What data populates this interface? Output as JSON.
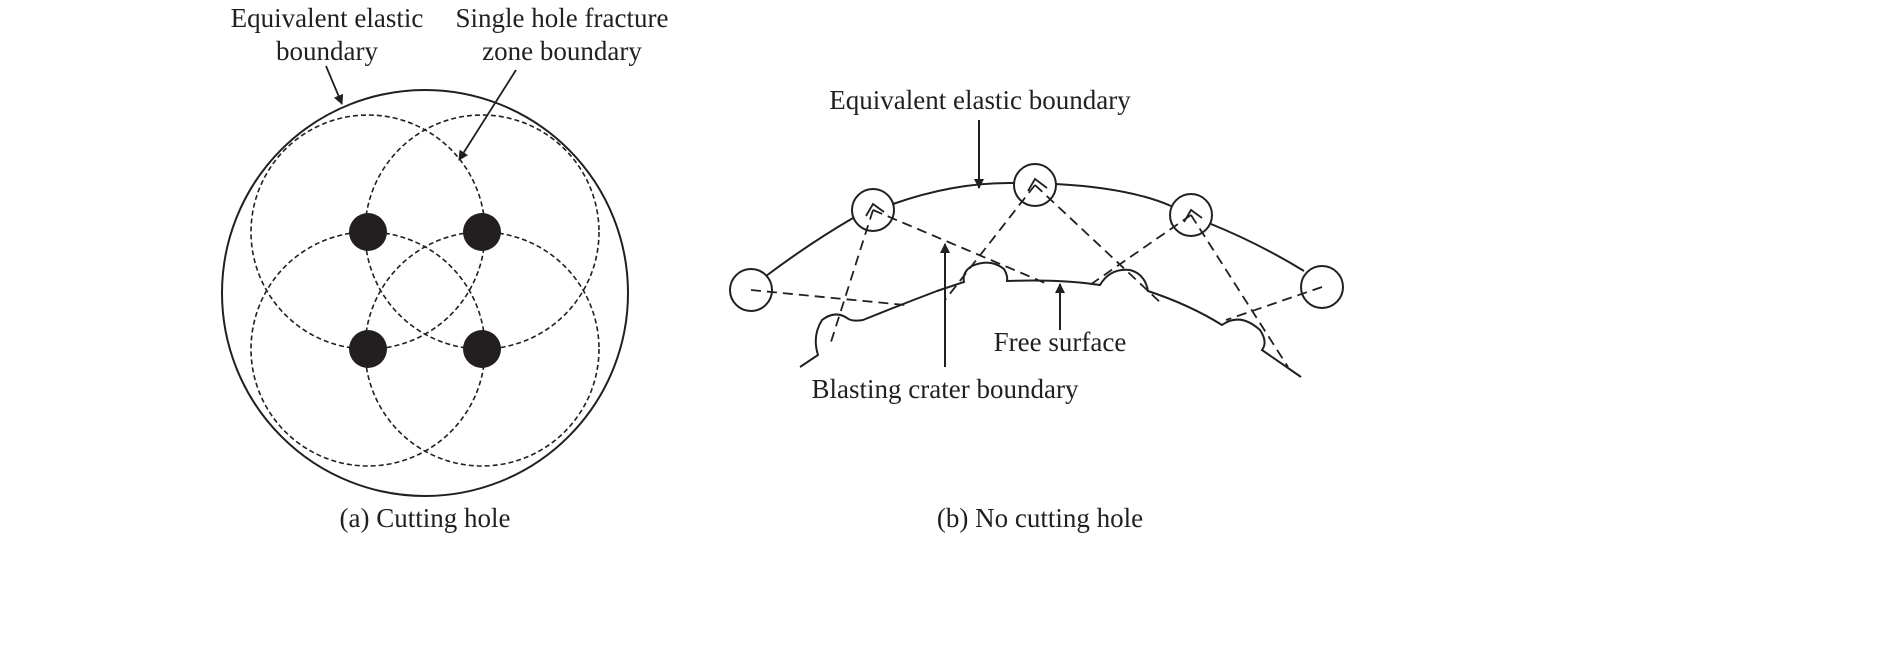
{
  "figure": {
    "panel_a": {
      "caption": "(a) Cutting hole",
      "label_elastic_line1": "Equivalent elastic",
      "label_elastic_line2": "boundary",
      "label_fracture_line1": "Single hole fracture",
      "label_fracture_line2": "zone boundary",
      "hole_count": 4
    },
    "panel_b": {
      "caption": "(b) No cutting hole",
      "label_elastic": "Equivalent elastic boundary",
      "label_free_surface": "Free surface",
      "label_crater": "Blasting crater boundary",
      "hole_count": 5
    },
    "colors": {
      "ink": "#231f20",
      "background": "#ffffff"
    }
  }
}
